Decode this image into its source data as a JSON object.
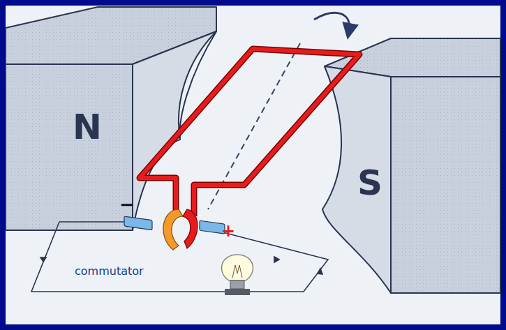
{
  "diagram": {
    "nodes": [
      {
        "text": [
          "N"
        ]
      },
      {
        "text": [
          "S"
        ]
      }
    ],
    "labels": [
      "−",
      "+",
      "commutator"
    ]
  }
}
